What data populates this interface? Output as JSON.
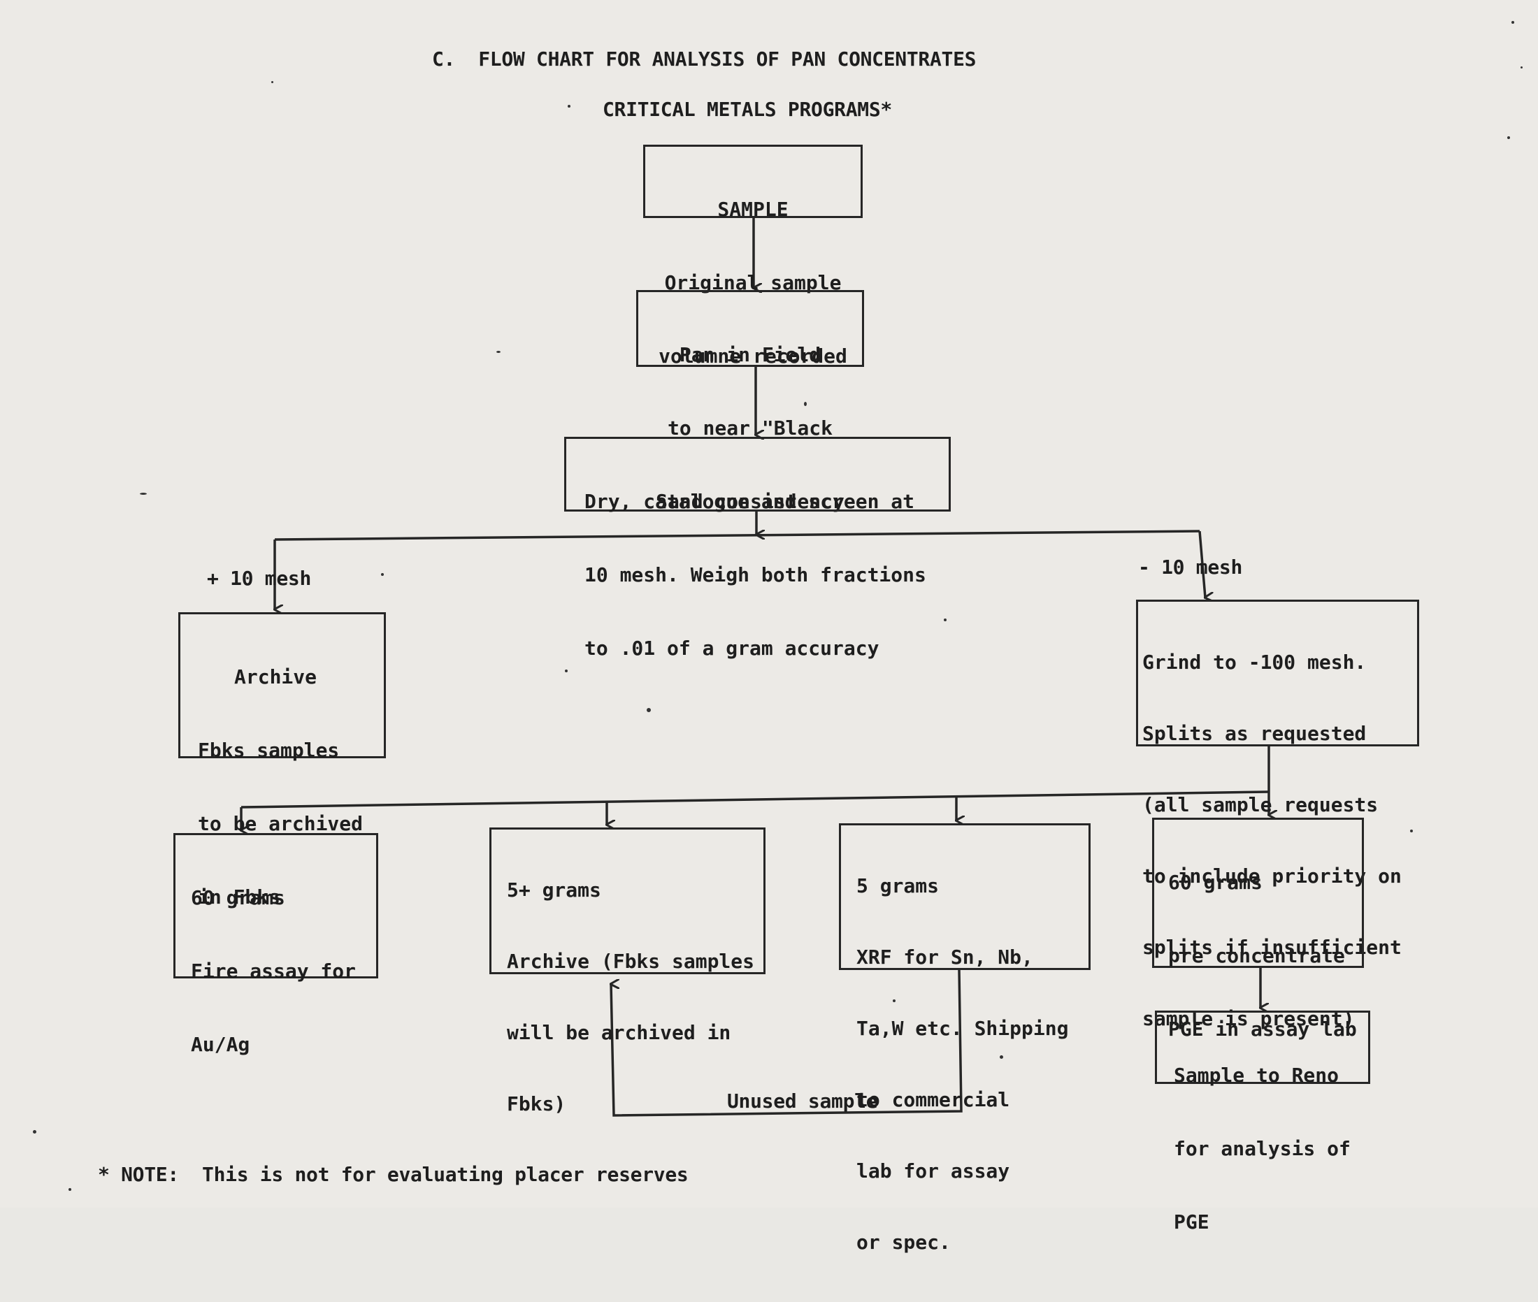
{
  "title": "C.  FLOW CHART FOR ANALYSIS OF PAN CONCENTRATES",
  "subtitle": "CRITICAL METALS PROGRAMS*",
  "boxes": {
    "sample": [
      "SAMPLE",
      "Original sample",
      "volumne recorded"
    ],
    "pan": [
      "Pan in Field",
      "to near \"Black",
      "Sand consistency"
    ],
    "dry": [
      "Dry, catalogue and screen at",
      "10 mesh. Weigh both fractions",
      "to .01 of a gram accuracy"
    ],
    "archive_plus": [
      "Archive",
      "Fbks samples",
      "to be archived",
      "in Fbks"
    ],
    "grind": [
      "Grind to -100 mesh.",
      "Splits as requested",
      "(all sample requests",
      "to include priority on",
      "splits if insufficient",
      "sample is present)"
    ],
    "fire_assay": [
      "60 grams",
      "Fire assay for",
      "Au/Ag"
    ],
    "archive_5": [
      "5+ grams",
      "Archive (Fbks samples",
      "will be archived in",
      "Fbks)"
    ],
    "xrf": [
      "5 grams",
      "XRF for Sn, Nb,",
      "Ta,W etc. Shipping",
      "to commercial",
      "lab for assay",
      "or spec."
    ],
    "pge": [
      "60 grams",
      "pre concentrate",
      "PGE in assay lab"
    ],
    "reno": [
      "Sample to Reno",
      "for analysis of",
      "PGE"
    ]
  },
  "labels": {
    "plus_10_mesh": "+ 10 mesh",
    "minus_10_mesh": "- 10 mesh",
    "unused_sample": "Unused sample"
  },
  "note": "* NOTE:  This is not for evaluating placer reserves"
}
